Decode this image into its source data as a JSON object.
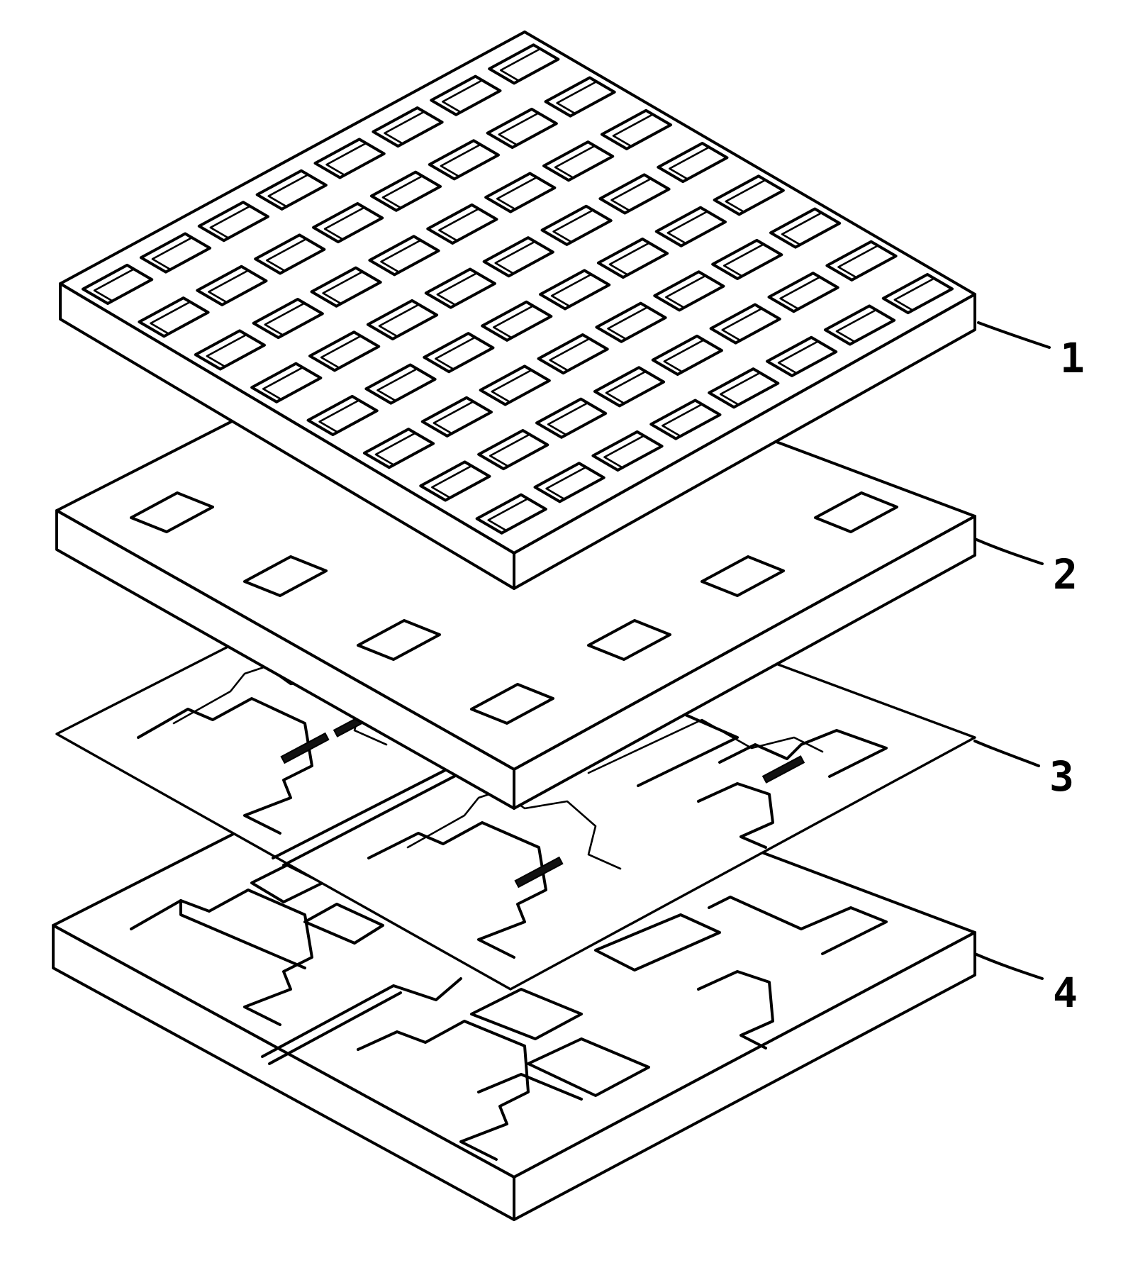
{
  "figure": {
    "layers": [
      {
        "id": "layer-1",
        "label": "1"
      },
      {
        "id": "layer-2",
        "label": "2"
      },
      {
        "id": "layer-3",
        "label": "3"
      },
      {
        "id": "layer-4",
        "label": "4"
      }
    ],
    "grid": {
      "rows": 8,
      "cols": 8
    },
    "colors": {
      "line": "#000000",
      "background": "#ffffff"
    }
  }
}
